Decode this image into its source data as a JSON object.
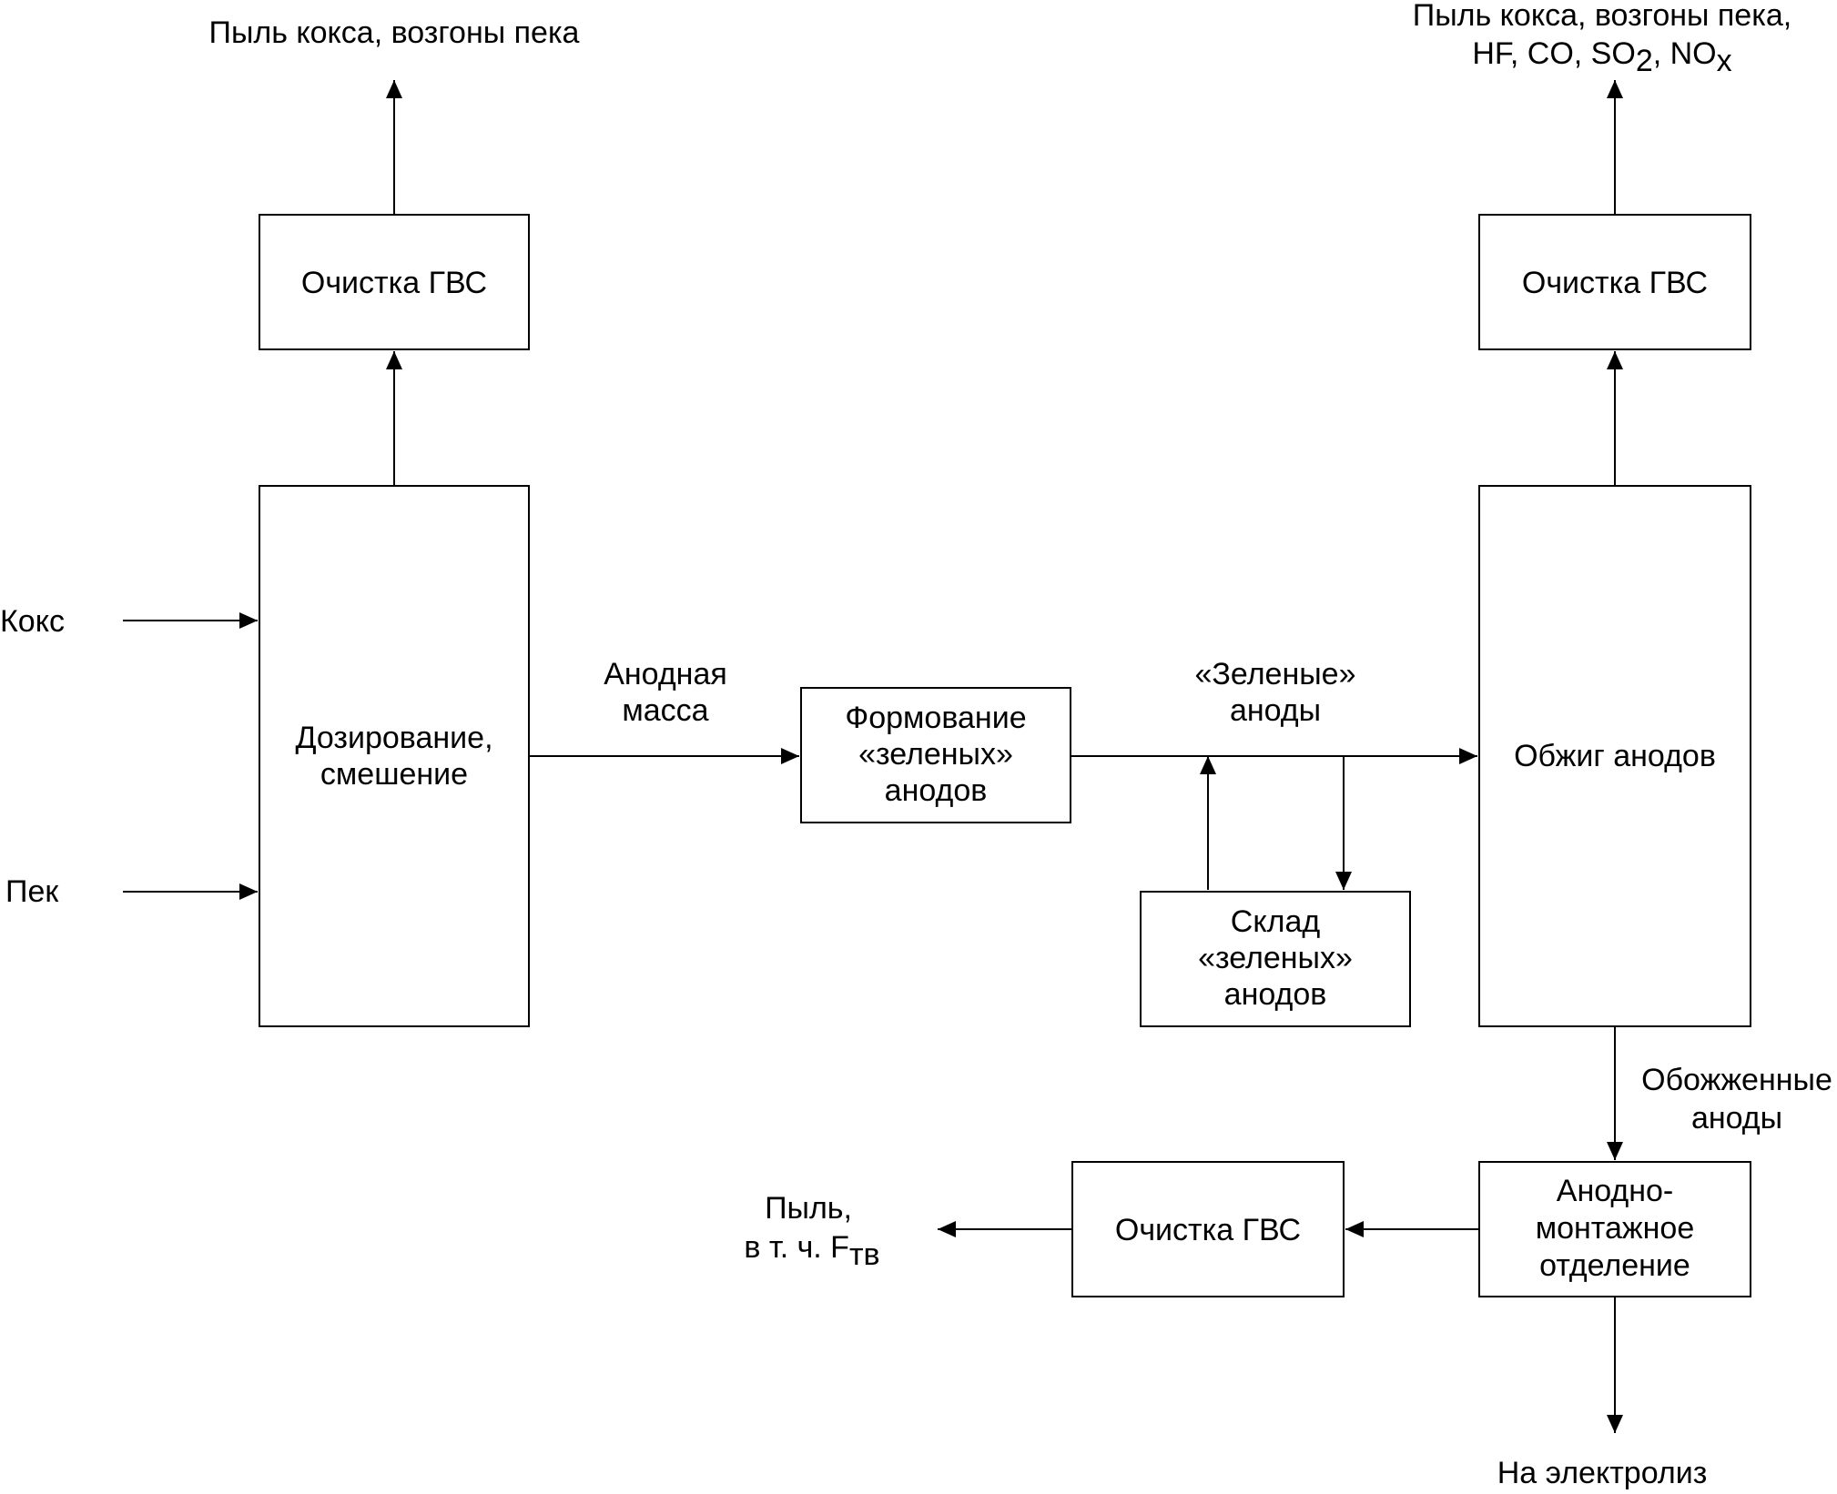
{
  "boxes": {
    "gas_cleaning_1": "Очистка ГВС",
    "dosing": [
      "Дозирование,",
      "смешение"
    ],
    "forming": [
      "Формование",
      "«зеленых»",
      "анодов"
    ],
    "warehouse": [
      "Склад",
      "«зеленых»",
      "анодов"
    ],
    "gas_cleaning_2": "Очистка ГВС",
    "baking": "Обжиг анодов",
    "assembly": [
      "Анодно-",
      "монтажное",
      "отделение"
    ],
    "gas_cleaning_3": "Очистка ГВС"
  },
  "labels": {
    "coke": "Кокс",
    "pitch": "Пек",
    "emission_1": "Пыль кокса, возгоны пека",
    "emission_2_line1": "Пыль кокса, возгоны пека,",
    "emission_2_line2": {
      "p1": "HF, CO, SO",
      "p1_sub": "2",
      "p2": ", NO",
      "p2_sub": "x"
    },
    "anode_mass": [
      "Анодная",
      "масса"
    ],
    "green_anodes": [
      "«Зеленые»",
      "аноды"
    ],
    "baked_anodes": [
      "Обожженные",
      "аноды"
    ],
    "dust_line1": "Пыль,",
    "dust_line2": {
      "p1": "в т. ч. F",
      "sub": "тв"
    },
    "to_electrolysis": "На электролиз"
  }
}
